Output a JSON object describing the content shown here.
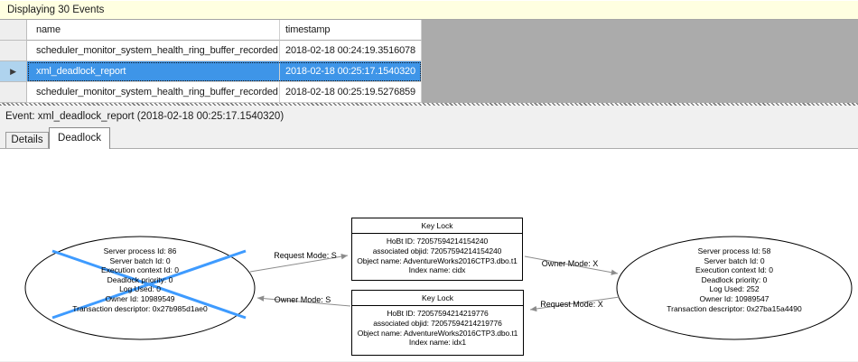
{
  "info_bar": {
    "text": "Displaying 30 Events"
  },
  "grid": {
    "columns": {
      "name": "name",
      "timestamp": "timestamp"
    },
    "rows": [
      {
        "name": "scheduler_monitor_system_health_ring_buffer_recorded",
        "timestamp": "2018-02-18 00:24:19.3516078",
        "selected": false
      },
      {
        "name": "xml_deadlock_report",
        "timestamp": "2018-02-18 00:25:17.1540320",
        "selected": true
      },
      {
        "name": "scheduler_monitor_system_health_ring_buffer_recorded",
        "timestamp": "2018-02-18 00:25:19.5276859",
        "selected": false
      }
    ],
    "row_selector_glyph": "▶"
  },
  "event_bar": {
    "text": "Event: xml_deadlock_report (2018-02-18 00:25:17.1540320)"
  },
  "tabs": [
    {
      "label": "Details",
      "active": false
    },
    {
      "label": "Deadlock",
      "active": true
    }
  ],
  "deadlock_graph": {
    "processes": [
      {
        "id": "process-86",
        "victim": true,
        "lines": [
          "Server process Id: 86",
          "Server batch Id: 0",
          "Execution context Id: 0",
          "Deadlock priority: 0",
          "Log Used: 0",
          "Owner Id: 10989549",
          "Transaction descriptor: 0x27b985d1ae0"
        ]
      },
      {
        "id": "process-58",
        "victim": false,
        "lines": [
          "Server process Id: 58",
          "Server batch Id: 0",
          "Execution context Id: 0",
          "Deadlock priority: 0",
          "Log Used: 252",
          "Owner Id: 10989547",
          "Transaction descriptor: 0x27ba15a4490"
        ]
      }
    ],
    "resources": [
      {
        "title": "Key Lock",
        "lines": [
          "HoBt ID: 72057594214154240",
          "associated objid: 72057594214154240",
          "Object name: AdventureWorks2016CTP3.dbo.t1",
          "Index name: cidx"
        ]
      },
      {
        "title": "Key Lock",
        "lines": [
          "HoBt ID: 72057594214219776",
          "associated objid: 72057594214219776",
          "Object name: AdventureWorks2016CTP3.dbo.t1",
          "Index name: idx1"
        ]
      }
    ],
    "edges": [
      {
        "label": "Request Mode: S",
        "from": "process-86",
        "to": "key-lock-cidx"
      },
      {
        "label": "Owner Mode: X",
        "from": "key-lock-cidx",
        "to": "process-58"
      },
      {
        "label": "Owner Mode: S",
        "from": "key-lock-idx1",
        "to": "process-86"
      },
      {
        "label": "Request Mode: X",
        "from": "process-58",
        "to": "key-lock-idx1"
      }
    ]
  },
  "colors": {
    "selection_blue": "#3E95E8",
    "selection_row_header": "#AFD3EE",
    "info_bar_yellow": "#FFFFE1",
    "grid_void_gray": "#ABABAB",
    "victim_cross_blue": "#3E9BFF",
    "arrow_gray": "#8C8C8C"
  }
}
